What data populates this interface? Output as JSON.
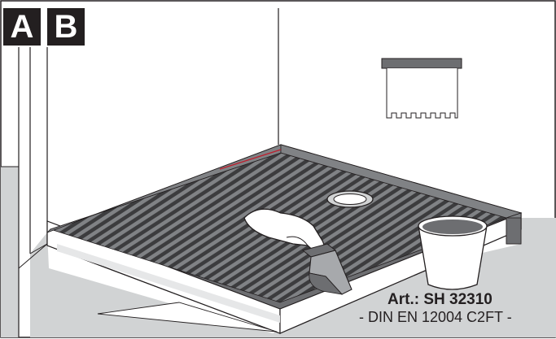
{
  "panels": {
    "a_label": "A",
    "b_label": "B"
  },
  "product": {
    "article": "Art.: SH 32310",
    "norm": "- DIN EN 12004 C2FT -"
  },
  "icons": {
    "trowel": "notched-trowel-icon",
    "bucket": "adhesive-bucket-icon",
    "drain": "floor-drain-icon",
    "hand": "hand-icon"
  },
  "colors": {
    "ink": "#231f20",
    "floor": "#d1d3d4",
    "adhesive": "#6d6e71",
    "tray_top": "#808285",
    "background": "#ffffff"
  }
}
